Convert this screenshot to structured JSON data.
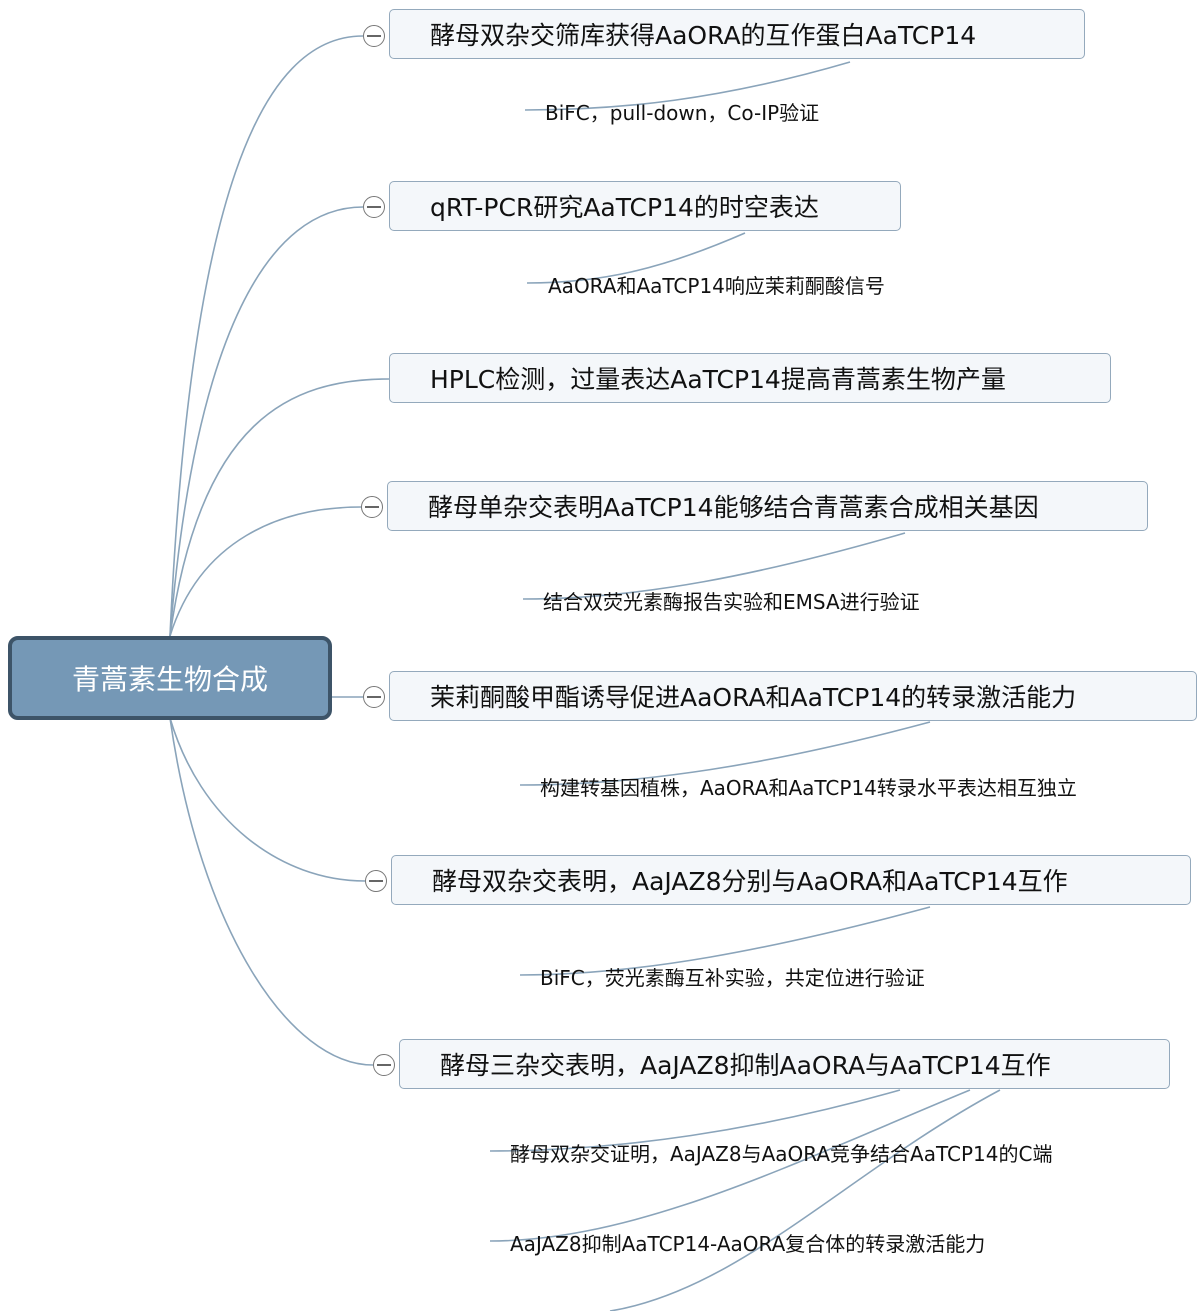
{
  "root": {
    "label": "青蒿素生物合成"
  },
  "branches": [
    {
      "label": "酵母双杂交筛库获得AaORA的互作蛋白AaTCP14",
      "children": [
        "BiFC，pull-down，Co-IP验证"
      ]
    },
    {
      "label": "qRT-PCR研究AaTCP14的时空表达",
      "children": [
        "AaORA和AaTCP14响应茉莉酮酸信号"
      ]
    },
    {
      "label": "HPLC检测，过量表达AaTCP14提高青蒿素生物产量",
      "children": []
    },
    {
      "label": "酵母单杂交表明AaTCP14能够结合青蒿素合成相关基因",
      "children": [
        "结合双荧光素酶报告实验和EMSA进行验证"
      ]
    },
    {
      "label": "茉莉酮酸甲酯诱导促进AaORA和AaTCP14的转录激活能力",
      "children": [
        "构建转基因植株，AaORA和AaTCP14转录水平表达相互独立"
      ]
    },
    {
      "label": "酵母双杂交表明，AaJAZ8分别与AaORA和AaTCP14互作",
      "children": [
        "BiFC，荧光素酶互补实验，共定位进行验证"
      ]
    },
    {
      "label": "酵母三杂交表明，AaJAZ8抑制AaORA与AaTCP14互作",
      "children": [
        "酵母双杂交证明，AaJAZ8与AaORA竞争结合AaTCP14的C端",
        "AaJAZ8抑制AaTCP14-AaORA复合体的转录激活能力"
      ]
    }
  ],
  "colors": {
    "line": "#8aa4ba",
    "root_fill": "#7598b6",
    "root_border": "#3d5468"
  }
}
